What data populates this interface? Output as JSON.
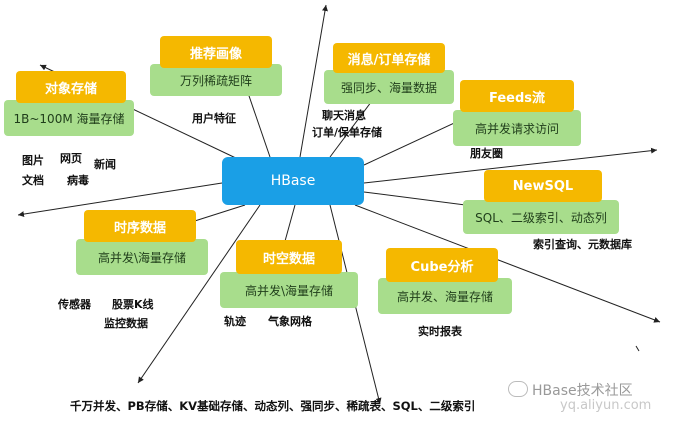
{
  "hub": {
    "label": "HBase"
  },
  "cards": {
    "object_storage": {
      "title": "对象存储",
      "sub": "1B~100M 海量存储"
    },
    "recommend": {
      "title": "推荐画像",
      "sub": "万列稀疏矩阵"
    },
    "message": {
      "title": "消息/订单存储",
      "sub": "强同步、海量数据"
    },
    "feeds": {
      "title": "Feeds流",
      "sub": "高并发请求访问"
    },
    "newsql": {
      "title": "NewSQL",
      "sub": "SQL、二级索引、动态列"
    },
    "timeseries": {
      "title": "时序数据",
      "sub": "高并发\\海量存储"
    },
    "spatiotemporal": {
      "title": "时空数据",
      "sub": "高并发\\海量存储"
    },
    "cube": {
      "title": "Cube分析",
      "sub": "高并发、海量存储"
    }
  },
  "labels": {
    "user_features": "用户特征",
    "chat_msg": "聊天消息",
    "order_store": "订单/保单存储",
    "friends": "朋友圈",
    "images": "图片",
    "webpage": "网页",
    "news": "新闻",
    "docs": "文档",
    "virus": "病毒",
    "index_query": "索引查询、元数据库",
    "sensor": "传感器",
    "stock_k": "股票K线",
    "monitor": "监控数据",
    "trajectory": "轨迹",
    "weather_grid": "气象网格",
    "realtime_report": "实时报表",
    "bottom_features": "千万并发、PB存储、KV基础存储、动态列、强同步、稀疏表、SQL、二级索引"
  },
  "watermark": {
    "text": "HBase技术社区",
    "url": "yq.aliyun.com"
  }
}
